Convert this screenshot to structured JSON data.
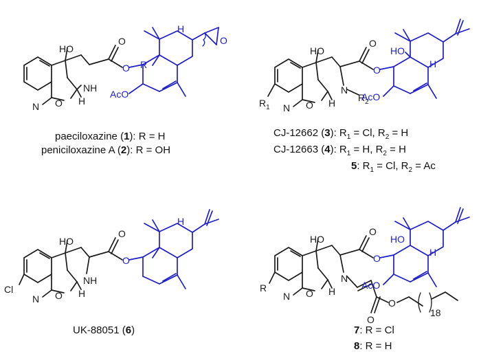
{
  "atoms": {
    "ho": "HO",
    "nh": "NH",
    "n": "N",
    "h": "H",
    "n_methyl": "N",
    "o": "O",
    "ao": "AcO",
    "r": "R",
    "r1": "R",
    "r2": "R",
    "cl": "Cl",
    "sub1": "1",
    "sub2": "2",
    "sub18": "18"
  },
  "captions": {
    "c1_name": "paeciloxazine",
    "c1_num": "1",
    "c1_rest": ": R = H",
    "c2_name": "peniciloxazine A",
    "c2_num": "2",
    "c2_rest": ": R = OH",
    "c3_name": "CJ-12662",
    "c3_num": "3",
    "c3_rest": ": R",
    "c3_tail": "= Cl, R",
    "c3_end": "= H",
    "c4_name": "CJ-12663",
    "c4_num": "4",
    "c4_rest": ": R",
    "c4_tail": "= H, R",
    "c4_end": "= H",
    "c5_num": "5",
    "c5_rest": ": R",
    "c5_tail": "= Cl, R",
    "c5_end": "= Ac",
    "c6_name": "UK-88051",
    "c6_num": "6",
    "c7_num": "7",
    "c7_rest": ": R = Cl",
    "c8_num": "8",
    "c8_rest": ": R = H"
  },
  "colors": {
    "core": "#1a1a1a",
    "decalin": "#1c1ccc"
  }
}
